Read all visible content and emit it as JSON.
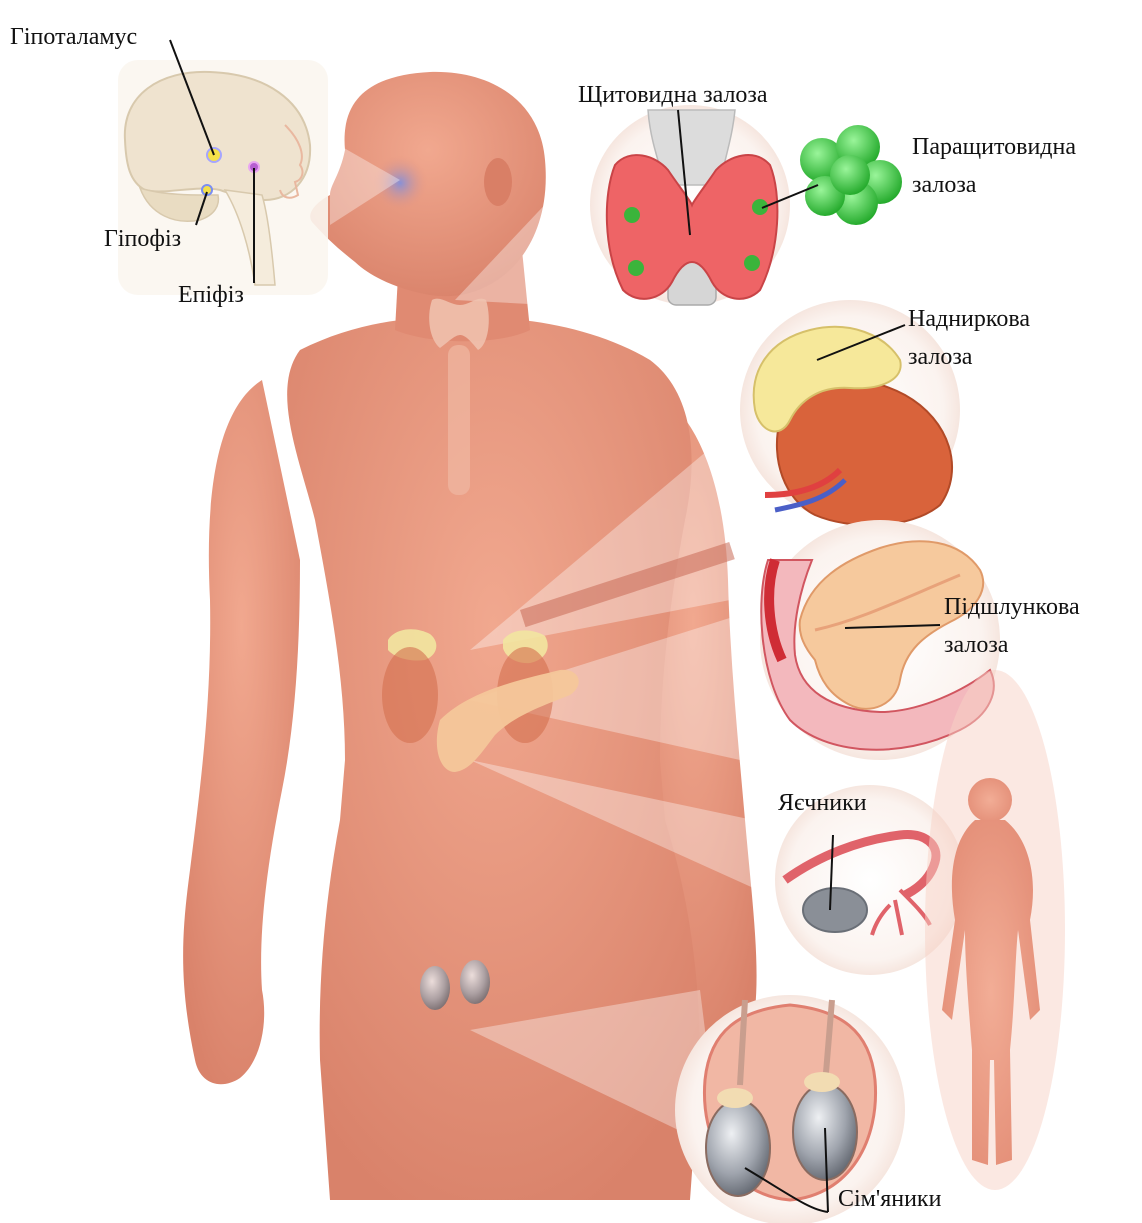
{
  "labels": {
    "hypothalamus": "Гіпоталамус",
    "pituitary": "Гіпофіз",
    "pineal": "Епіфіз",
    "thyroid": "Щитовидна залоза",
    "parathyroid": [
      "Паращитовидна",
      "залоза"
    ],
    "adrenal": [
      "Надниркова",
      "залоза"
    ],
    "pancreas": [
      "Підшлункова",
      "залоза"
    ],
    "ovaries": "Яєчники",
    "testes": "Сім'яники"
  },
  "colors": {
    "skin": "#e8937c",
    "skin_dark": "#d4775f",
    "skin_light": "#f3b9a6",
    "thyroid": "#e8555a",
    "parathyroid": "#33c43a",
    "adrenal": "#f2e6a0",
    "kidney": "#d8643a",
    "pancreas": "#f4c79a",
    "testis": "#a9aeb6",
    "brain": "#efe3cf",
    "leader_line": "#111111"
  }
}
